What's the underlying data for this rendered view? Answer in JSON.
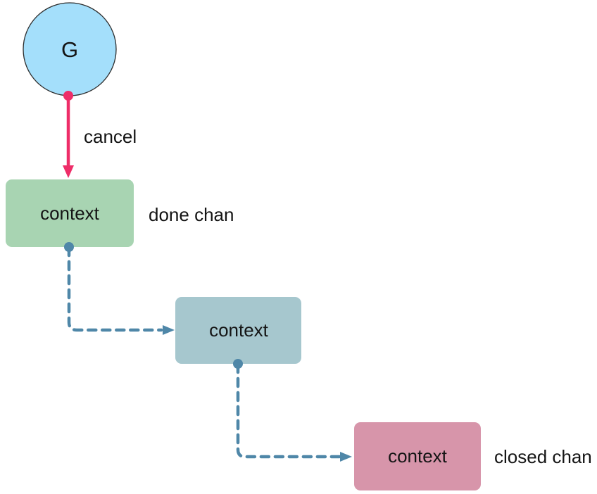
{
  "goroutine": {
    "label": "G"
  },
  "edges": {
    "cancel": {
      "label": "cancel"
    }
  },
  "nodes": [
    {
      "label": "context",
      "annotation": "done chan"
    },
    {
      "label": "context"
    },
    {
      "label": "context",
      "annotation": "closed chan"
    }
  ],
  "colors": {
    "goroutine_fill": "#a4dffb",
    "goroutine_stroke": "#2e2e2e",
    "cancel_arrow": "#ee2d68",
    "done_node_fill": "#a8d4b2",
    "middle_node_fill": "#a6c7ce",
    "closed_node_fill": "#d795aa",
    "dashed_edge": "#4f87a8",
    "text": "#141414"
  }
}
